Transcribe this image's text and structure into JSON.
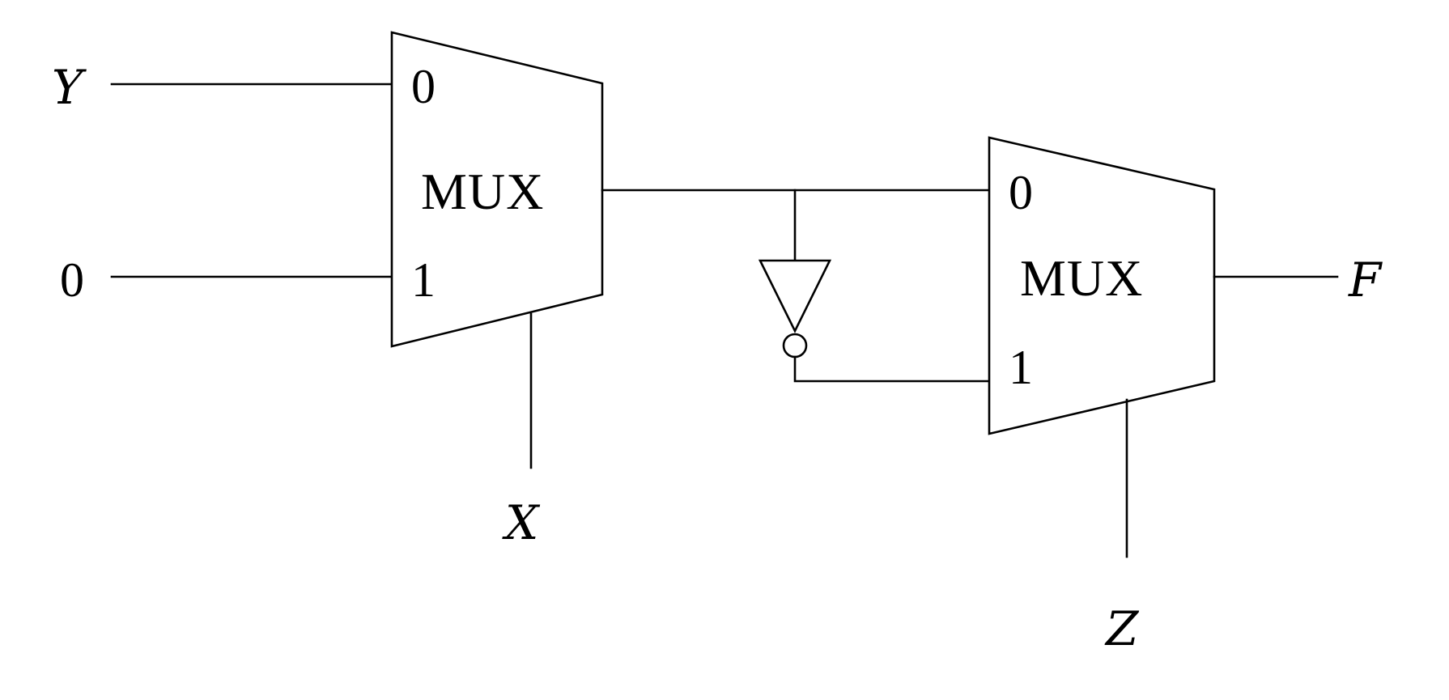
{
  "diagram": {
    "inputs": {
      "y": "Y",
      "zero": "0",
      "x": "X",
      "z": "Z"
    },
    "output": {
      "f": "F"
    },
    "mux1": {
      "label": "MUX",
      "port0": "0",
      "port1": "1"
    },
    "mux2": {
      "label": "MUX",
      "port0": "0",
      "port1": "1"
    },
    "colors": {
      "stroke": "#000000",
      "background": "#ffffff"
    },
    "icons": {
      "inverter": "inverter-icon"
    }
  }
}
